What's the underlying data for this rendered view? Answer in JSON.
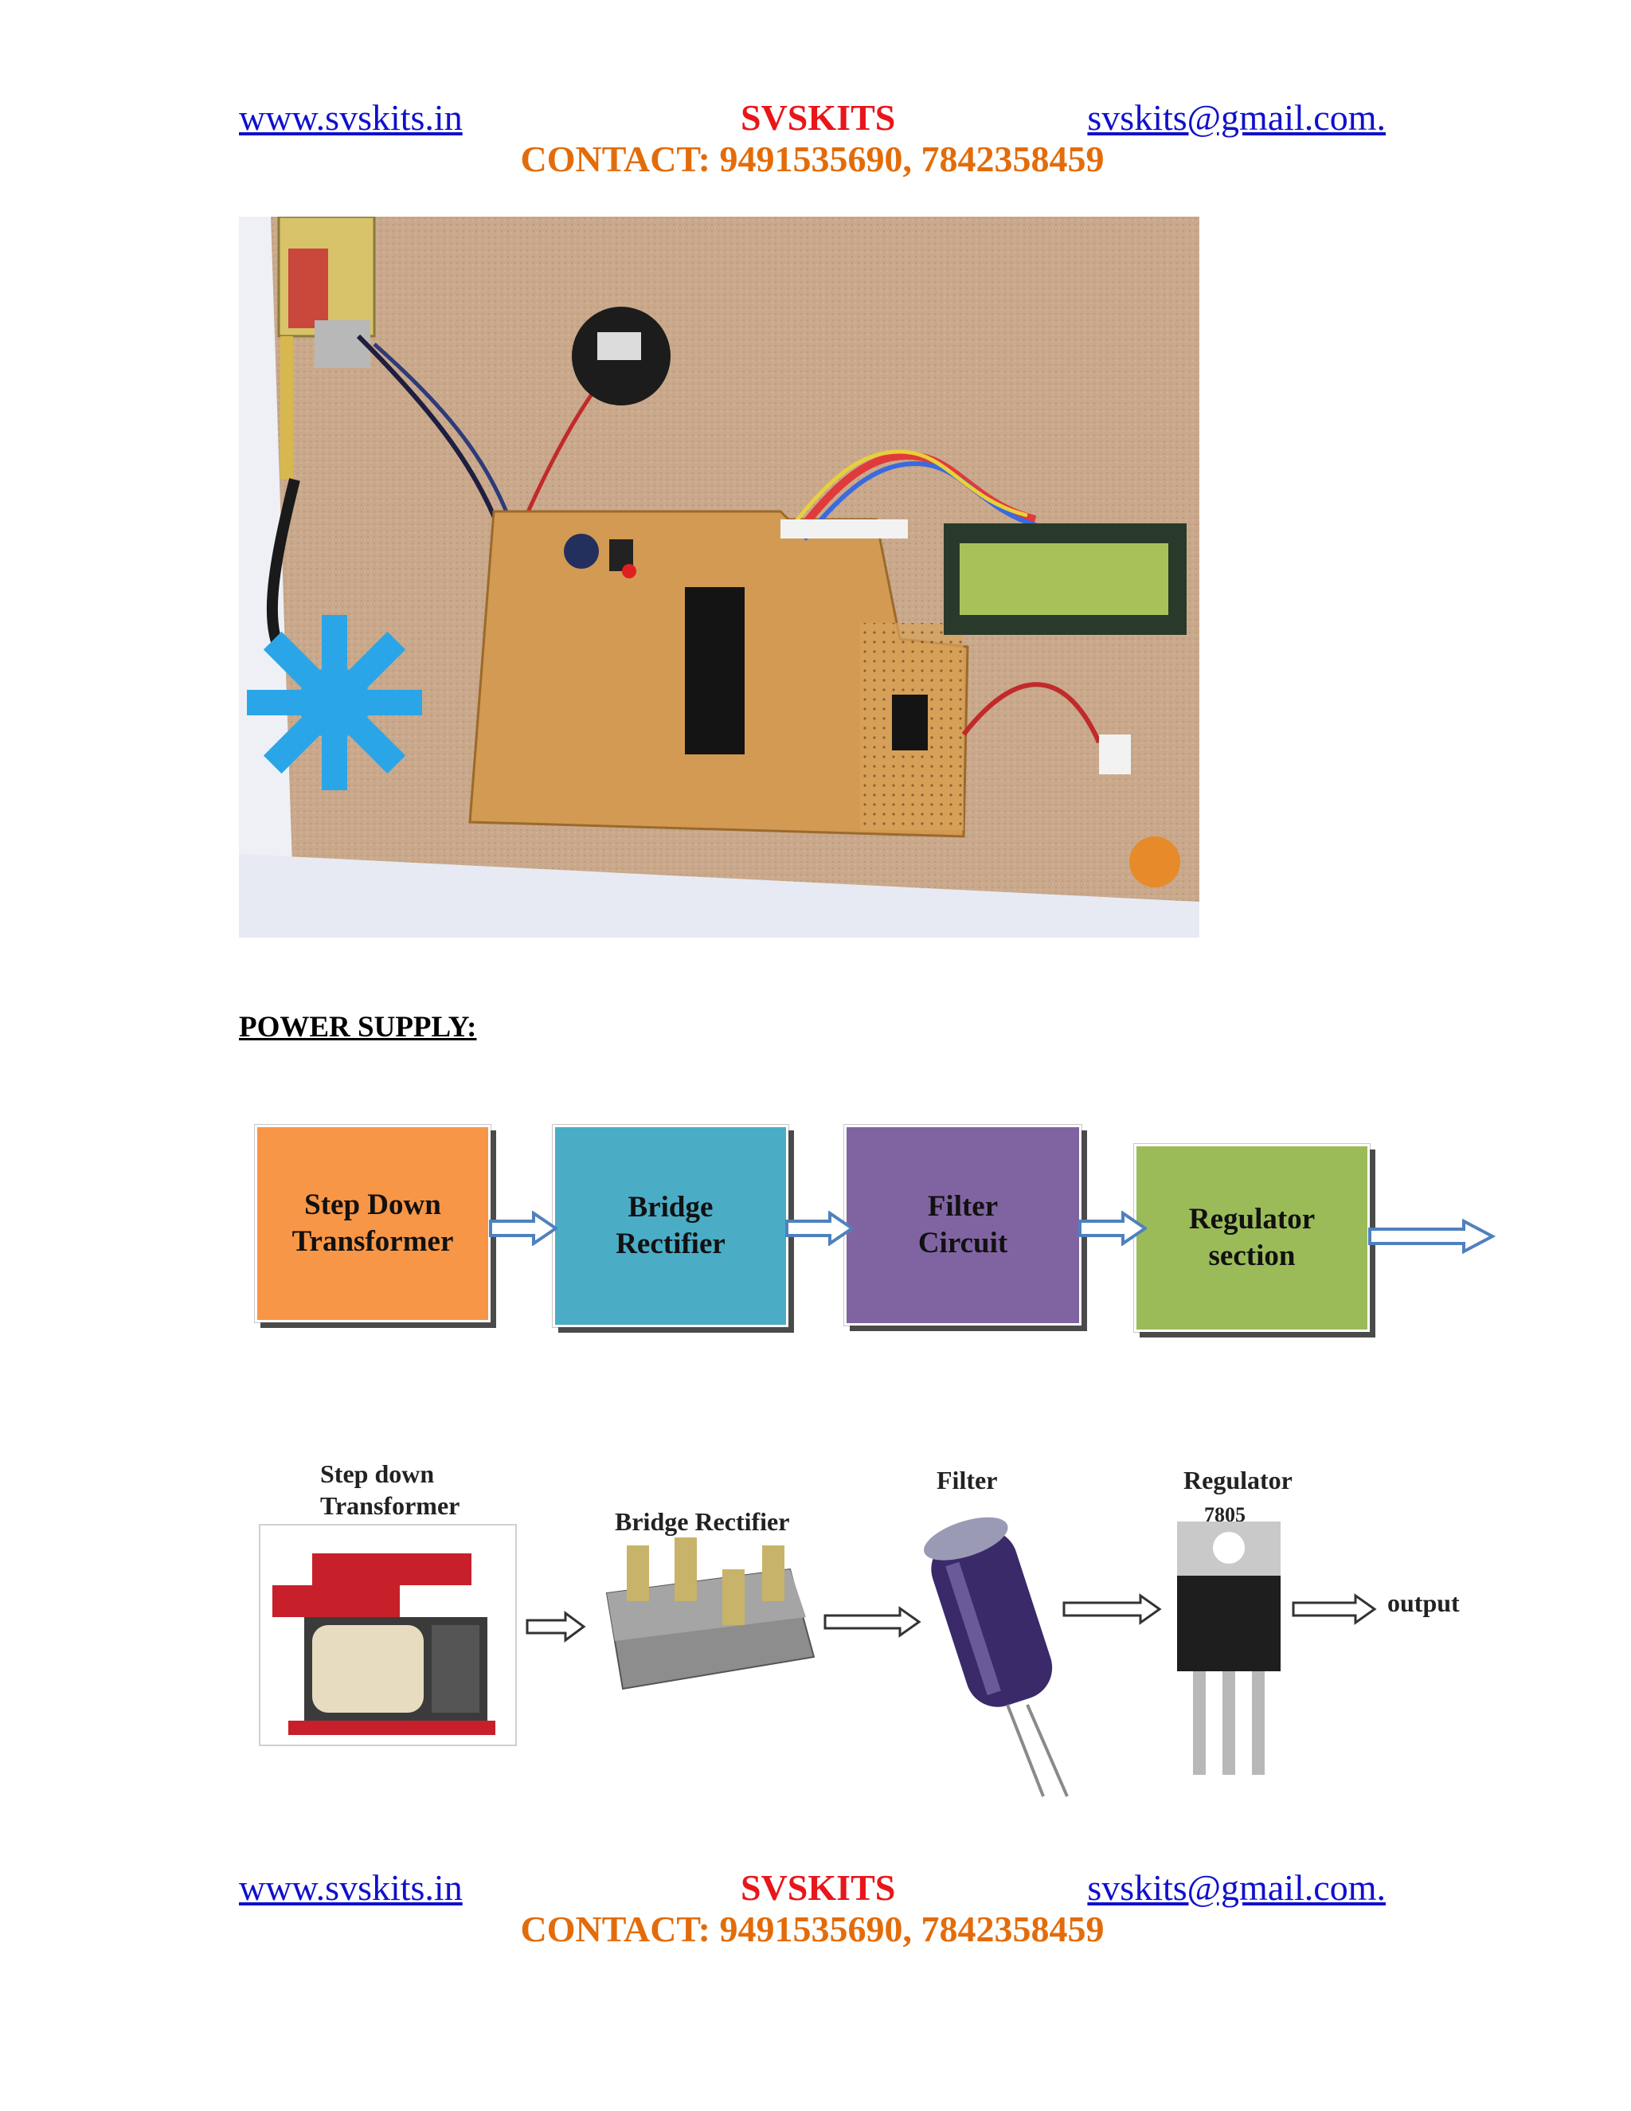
{
  "header": {
    "website": "www.svskits.in",
    "brand": "SVSKITS",
    "email": "svskits@gmail.com",
    "email_trail": ".",
    "contact": "CONTACT: 9491535690, 7842358459"
  },
  "footer": {
    "website": "www.svskits.in",
    "brand": "SVSKITS",
    "email": "svskits@gmail.com",
    "email_trail": ".",
    "contact": "CONTACT: 9491535690, 7842358459"
  },
  "section_title": "POWER SUPPLY:",
  "block_diagram": {
    "blocks": [
      {
        "label": "Step Down\nTransformer",
        "color": "#f79646"
      },
      {
        "label": "Bridge\nRectifier",
        "color": "#4bacc6"
      },
      {
        "label": "Filter\nCircuit",
        "color": "#8064a2"
      },
      {
        "label": "Regulator\nsection",
        "color": "#9bbb59"
      }
    ],
    "arrow_color": "#4f81bd"
  },
  "components": {
    "transformer": "Step down\nTransformer",
    "rectifier": "Bridge Rectifier",
    "filter": "Filter",
    "regulator": "Regulator",
    "regulator_part": "7805",
    "output": "output"
  }
}
